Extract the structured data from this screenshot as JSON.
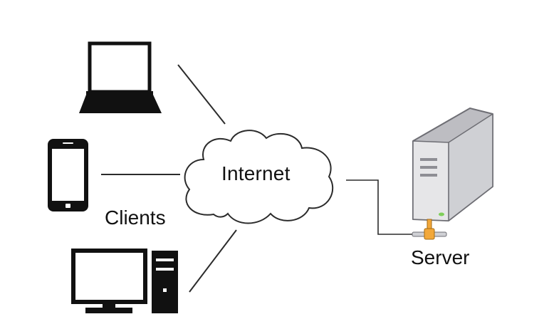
{
  "diagram": {
    "cloud_label": "Internet",
    "clients_label": "Clients",
    "server_label": "Server"
  },
  "nodes": {
    "laptop": {
      "icon": "laptop-icon"
    },
    "phone": {
      "icon": "smartphone-icon"
    },
    "desktop": {
      "icon": "desktop-computer-icon"
    },
    "cloud": {
      "icon": "cloud-icon"
    },
    "server": {
      "icon": "server-tower-icon"
    }
  },
  "colors": {
    "line": "#2b2b2b",
    "device": "#111111",
    "server_body": "#e6e6e8",
    "server_side": "#bdbdc2",
    "connector": "#f2a83a",
    "status_led": "#7fcf5a"
  }
}
